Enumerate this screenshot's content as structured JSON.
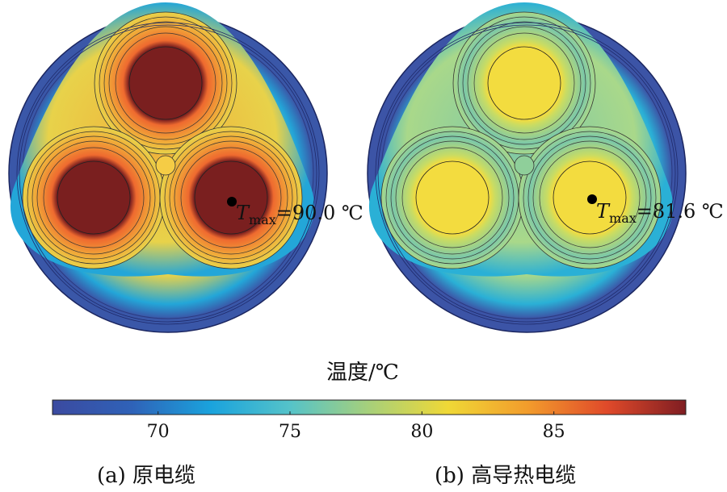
{
  "panels": [
    {
      "caption": "(a) 原电缆",
      "tmax_symbol": "T",
      "tmax_sub": "max",
      "tmax_value": "=90.0 ℃",
      "colors": {
        "outer": "#3a57a8",
        "outer_halo": "#23a6d8",
        "fill": "#f0b03a",
        "fill_light": "#e8d24a",
        "insulation_mid": "#ef6a2f",
        "conductor": "#7a1f1f",
        "center_core": "#f5cc45"
      }
    },
    {
      "caption": "(b) 高导热电缆",
      "tmax_symbol": "T",
      "tmax_sub": "max",
      "tmax_value": "=81.6 ℃",
      "colors": {
        "outer": "#3c54a6",
        "outer_halo": "#2ab0d6",
        "fill": "#7cc8a8",
        "fill_light": "#a9d88a",
        "insulation_mid": "#c9dc63",
        "conductor": "#f3dc3f",
        "center_core": "#8fcf9a"
      }
    }
  ],
  "colorbar": {
    "title": "温度/℃",
    "ticks": [
      "70",
      "75",
      "80",
      "85"
    ],
    "min": 66,
    "max": 90,
    "tick_values": [
      70,
      75,
      80,
      85
    ],
    "colors": [
      "#3b4aa0",
      "#2f62b8",
      "#1aa3dd",
      "#55c3c9",
      "#a7d07a",
      "#f0d836",
      "#f29c2c",
      "#e04a2a",
      "#7f1d22"
    ]
  }
}
